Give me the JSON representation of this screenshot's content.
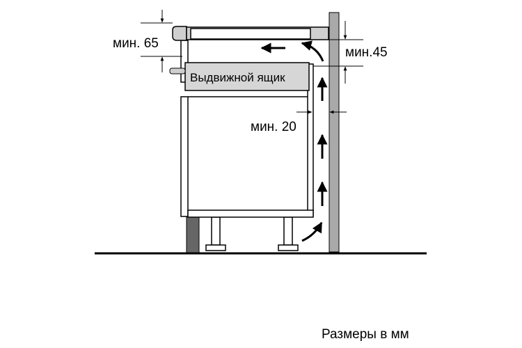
{
  "labels": {
    "min_65": "мин. 65",
    "min_45": "мин.45",
    "min_20": "мин. 20",
    "drawer": "Выдвижной ящик"
  },
  "caption": "Размеры в мм",
  "colors": {
    "line": "#000000",
    "wall": "#a9a9a9",
    "plinth": "#666666",
    "cooktop": "#cfcfcf",
    "drawer_fill": "#d6d6d6"
  },
  "icons": [
    "airflow-arrow-icon",
    "curved-arrow-icon",
    "dimension-arrow-icon"
  ]
}
